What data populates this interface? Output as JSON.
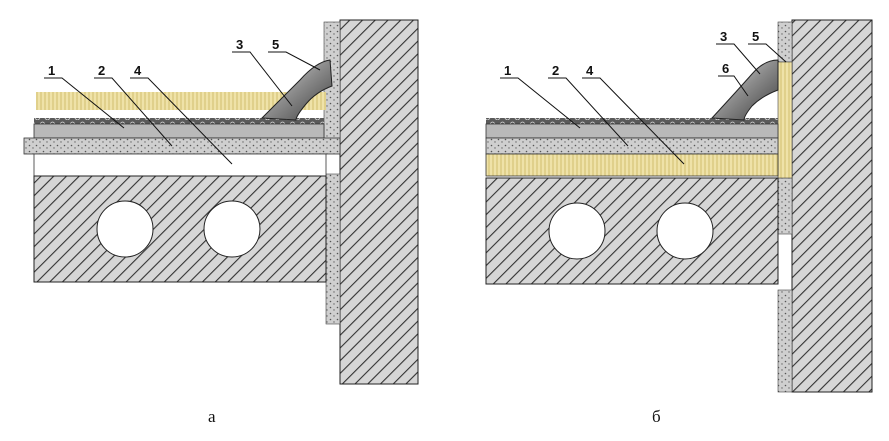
{
  "figures": [
    {
      "caption": "а",
      "callouts": [
        "1",
        "2",
        "3",
        "4",
        "5"
      ]
    },
    {
      "caption": "б",
      "callouts": [
        "1",
        "2",
        "3",
        "4",
        "5",
        "6"
      ]
    }
  ],
  "colors": {
    "hatch": "#333333",
    "concrete": "#c9c9c9",
    "insulation": "#efe2a8",
    "membrane": "#4a4a4a",
    "bead": "#9a9a9a"
  }
}
